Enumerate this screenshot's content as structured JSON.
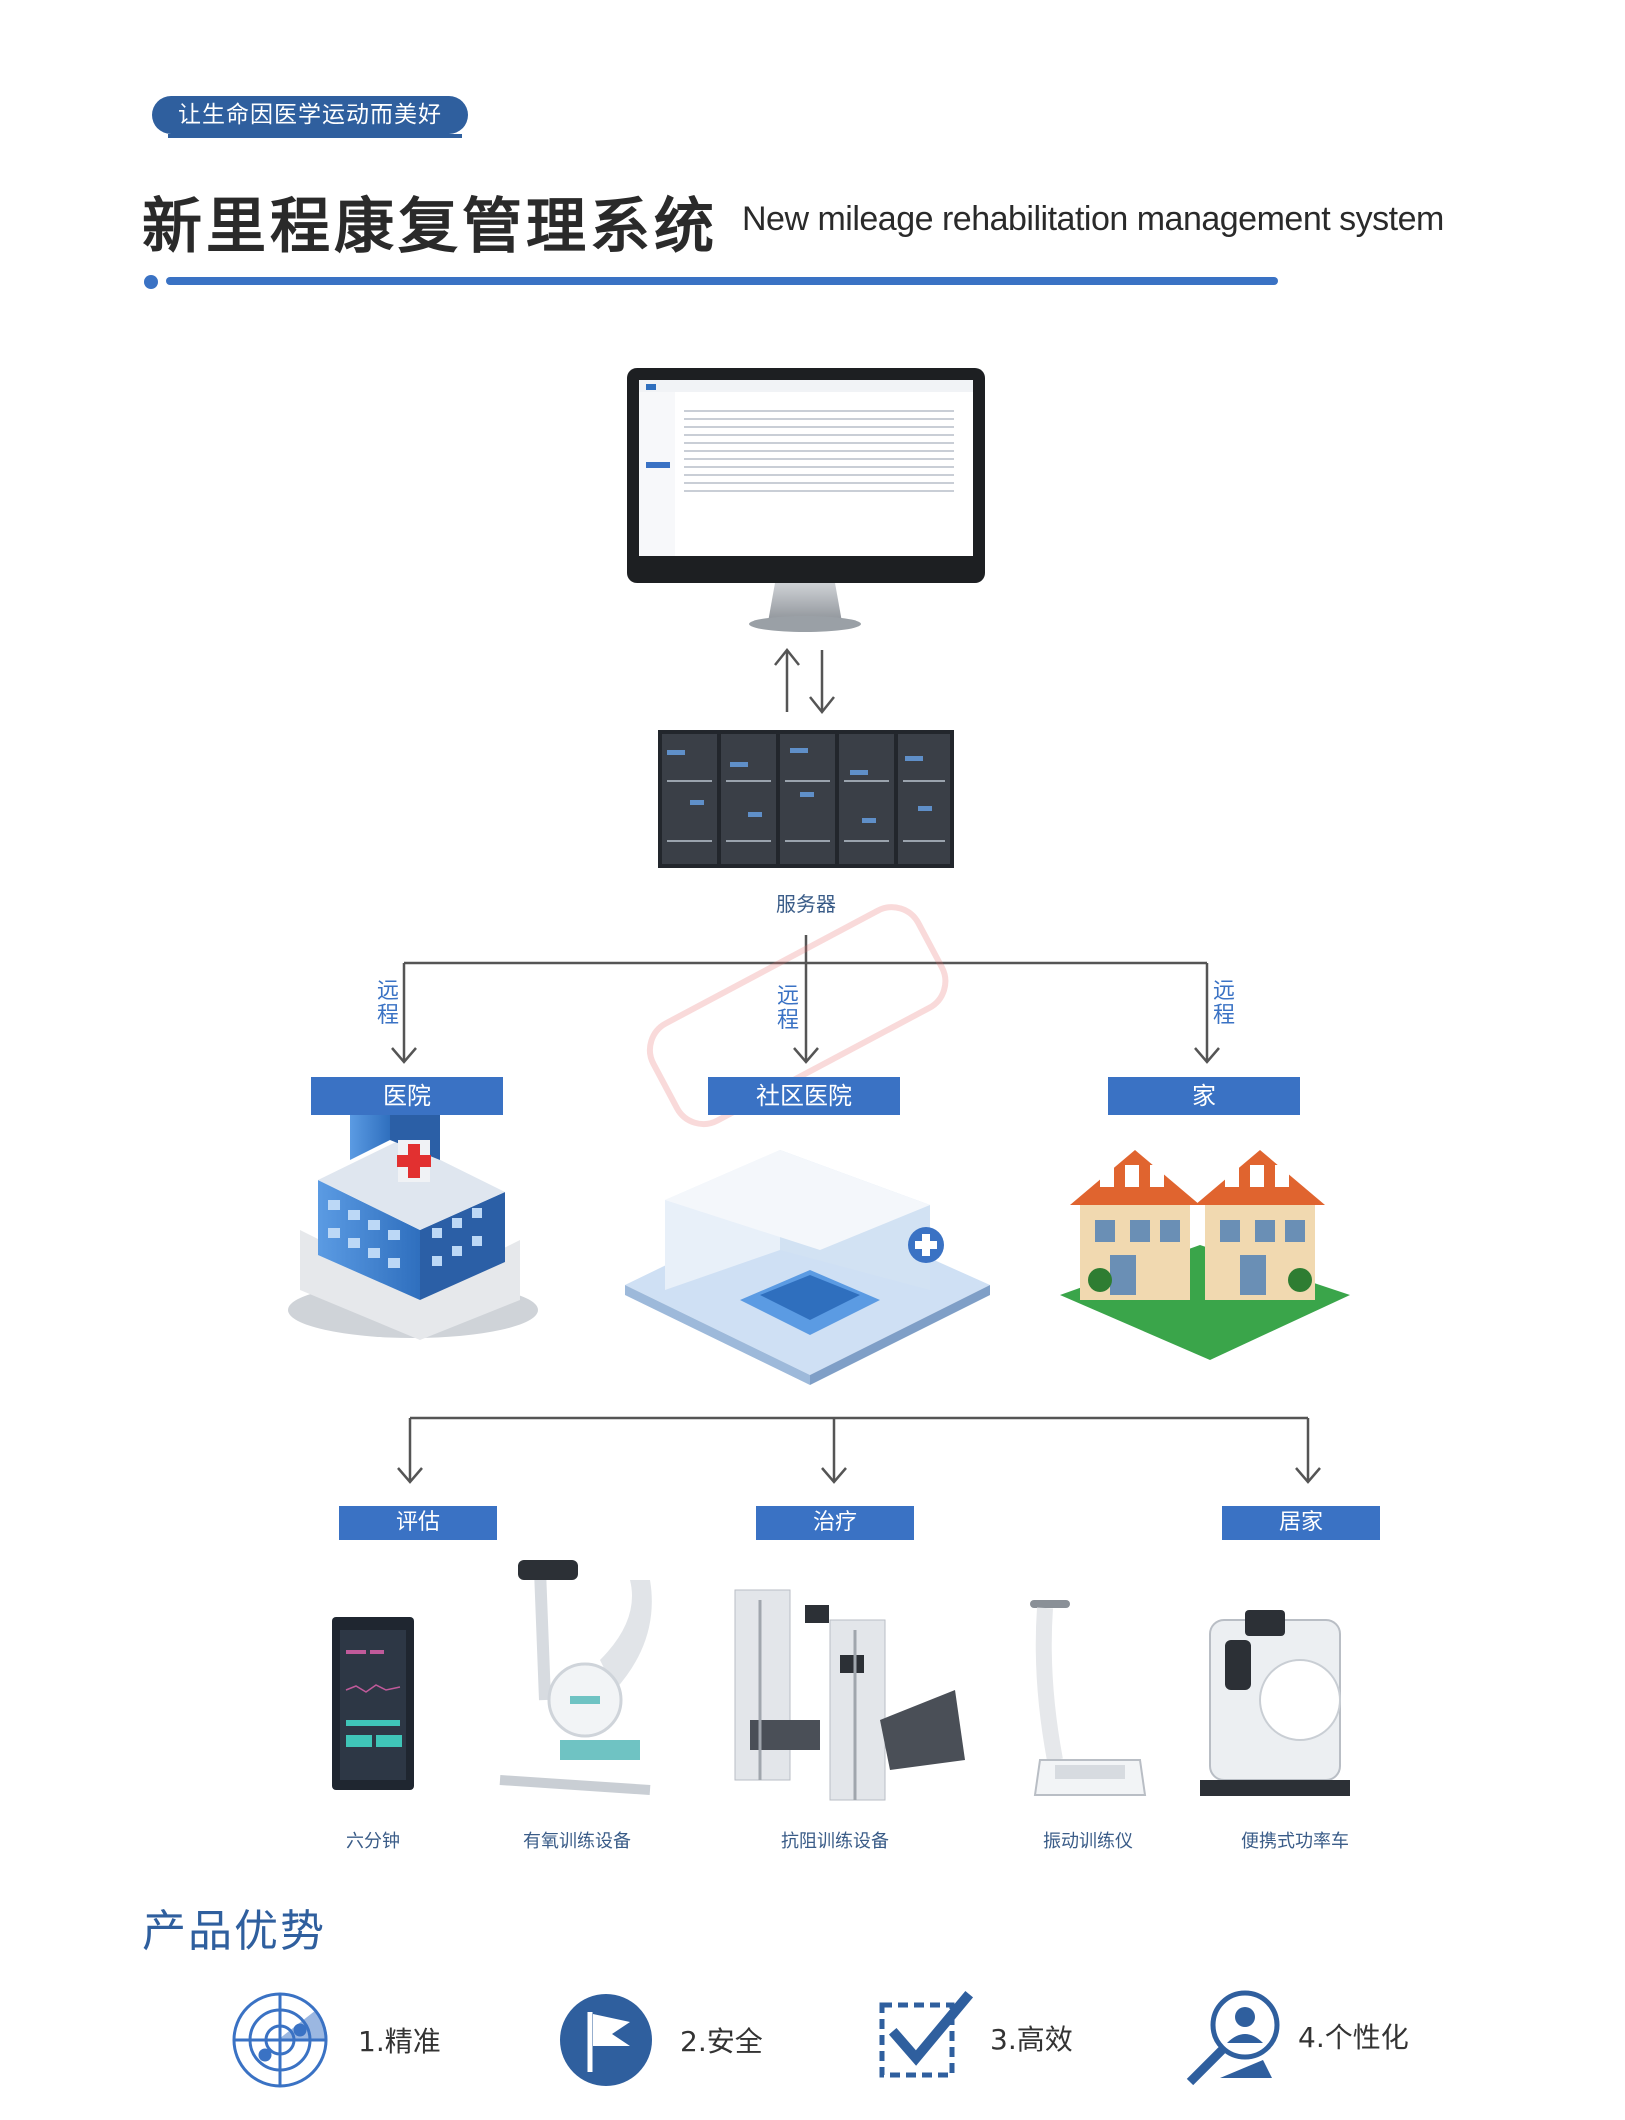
{
  "header": {
    "slogan": "让生命因医学运动而美好",
    "title_cn": "新里程康复管理系统",
    "title_en": "New mileage rehabilitation management system"
  },
  "server": {
    "label": "服务器"
  },
  "connection_label": "远程",
  "sites": [
    {
      "label": "医院"
    },
    {
      "label": "社区医院"
    },
    {
      "label": "家"
    }
  ],
  "categories": [
    {
      "label": "评估"
    },
    {
      "label": "治疗"
    },
    {
      "label": "居家"
    }
  ],
  "devices": [
    {
      "label": "六分钟"
    },
    {
      "label": "有氧训练设备"
    },
    {
      "label": "抗阻训练设备"
    },
    {
      "label": "振动训练仪"
    },
    {
      "label": "便携式功率车"
    }
  ],
  "advantages": {
    "title": "产品优势",
    "items": [
      {
        "label": "1.精准",
        "icon": "radar-icon"
      },
      {
        "label": "2.安全",
        "icon": "flag-icon"
      },
      {
        "label": "3.高效",
        "icon": "checkbox-icon"
      },
      {
        "label": "4.个性化",
        "icon": "user-search-icon"
      }
    ]
  },
  "colors": {
    "accent": "#3a72c4",
    "dark_accent": "#2f5f9e",
    "connector": "#555555"
  }
}
